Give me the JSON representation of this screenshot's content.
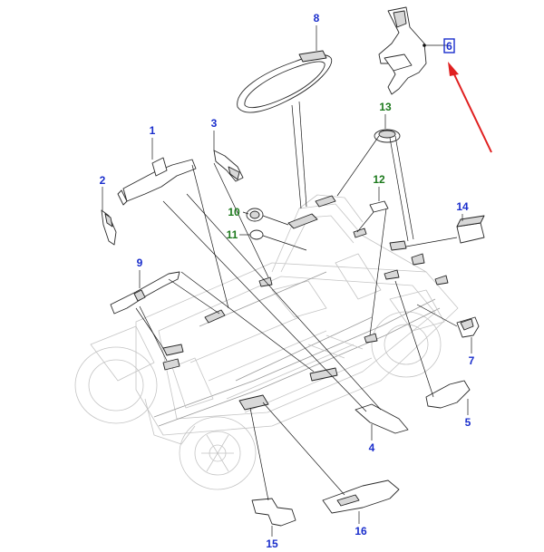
{
  "callouts": [
    {
      "id": "1",
      "label": "1",
      "color": "#1a2ecc"
    },
    {
      "id": "2",
      "label": "2",
      "color": "#1a2ecc"
    },
    {
      "id": "3",
      "label": "3",
      "color": "#1a2ecc"
    },
    {
      "id": "4",
      "label": "4",
      "color": "#1a2ecc"
    },
    {
      "id": "5",
      "label": "5",
      "color": "#1a2ecc"
    },
    {
      "id": "6",
      "label": "6",
      "color": "#1a2ecc"
    },
    {
      "id": "7",
      "label": "7",
      "color": "#1a2ecc"
    },
    {
      "id": "8",
      "label": "8",
      "color": "#1a2ecc"
    },
    {
      "id": "9",
      "label": "9",
      "color": "#1a2ecc"
    },
    {
      "id": "10",
      "label": "10",
      "color": "#1d7a1d"
    },
    {
      "id": "11",
      "label": "11",
      "color": "#1d7a1d"
    },
    {
      "id": "12",
      "label": "12",
      "color": "#1d7a1d"
    },
    {
      "id": "13",
      "label": "13",
      "color": "#1d7a1d"
    },
    {
      "id": "14",
      "label": "14",
      "color": "#1a2ecc"
    },
    {
      "id": "15",
      "label": "15",
      "color": "#1a2ecc"
    },
    {
      "id": "16",
      "label": "16",
      "color": "#1a2ecc"
    }
  ],
  "colors": {
    "callout_blue": "#1a2ecc",
    "callout_green": "#1d7a1d",
    "highlight_arrow": "#e02020",
    "highlight_box": "#1a2ecc"
  },
  "highlighted_part": "6"
}
